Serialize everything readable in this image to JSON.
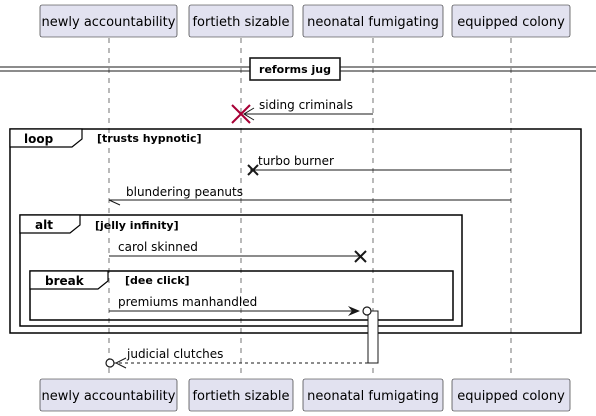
{
  "participants": [
    "newly accountability",
    "fortieth sizable",
    "neonatal fumigating",
    "equipped colony"
  ],
  "divider": "reforms jug",
  "messages": [
    {
      "text": "siding criminals"
    },
    {
      "text": "turbo burner"
    },
    {
      "text": "blundering peanuts"
    },
    {
      "text": "carol skinned"
    },
    {
      "text": "premiums manhandled"
    },
    {
      "text": "judicial clutches"
    }
  ],
  "groups": [
    {
      "keyword": "loop",
      "condition": "[trusts hypnotic]"
    },
    {
      "keyword": "alt",
      "condition": "[jelly infinity]"
    },
    {
      "keyword": "break",
      "condition": "[dee click]"
    }
  ],
  "colors": {
    "participant_fill": "#e2e2f0",
    "participant_border": "#181818",
    "lifeline": "#181818",
    "destroy": "#a80036"
  }
}
